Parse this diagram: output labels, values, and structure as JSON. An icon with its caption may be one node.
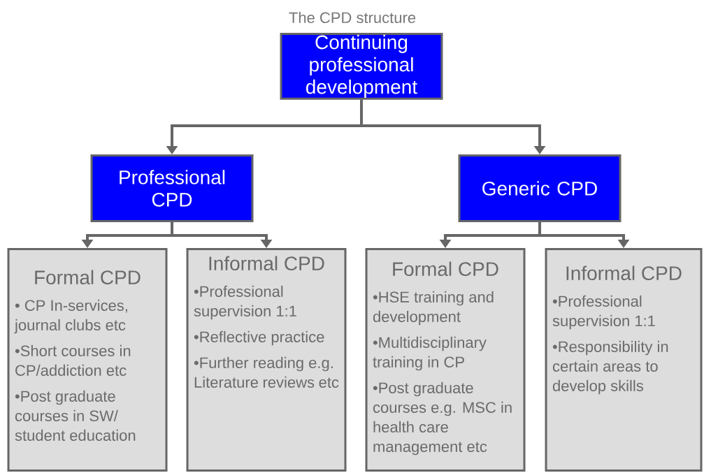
{
  "diagram": {
    "title": "The CPD structure",
    "nodes": [
      {
        "text": [
          "Continuing professional development"
        ]
      },
      {
        "text": [
          "Professional CPD"
        ]
      },
      {
        "text": [
          "Generic CPD"
        ]
      },
      {
        "text": [
          "Formal CPD",
          "• CP In-services, journal clubs etc",
          "•Short courses in CP/addiction etc",
          "•Post graduate courses in SW/ student education"
        ]
      },
      {
        "text": [
          "Informal CPD",
          "•Professional supervision 1:1",
          "•Reflective practice",
          "•Further reading e.g. Literature reviews etc"
        ]
      },
      {
        "text": [
          "Formal CPD",
          "•HSE training and development",
          "•Multidisciplinary training in CP",
          "•Post graduate courses e.g. MSC in health care management etc"
        ]
      },
      {
        "text": [
          "Informal CPD",
          "•Professional supervision 1:1",
          "•Responsibility in certain areas to develop skills"
        ]
      }
    ],
    "edges": [
      {
        "from": 0,
        "to": 1,
        "arrow": "to"
      },
      {
        "from": 0,
        "to": 2,
        "arrow": "to"
      },
      {
        "from": 1,
        "to": 3,
        "arrow": "to"
      },
      {
        "from": 1,
        "to": 4,
        "arrow": "to"
      },
      {
        "from": 2,
        "to": 5,
        "arrow": "to"
      },
      {
        "from": 2,
        "to": 6,
        "arrow": "to"
      }
    ]
  }
}
